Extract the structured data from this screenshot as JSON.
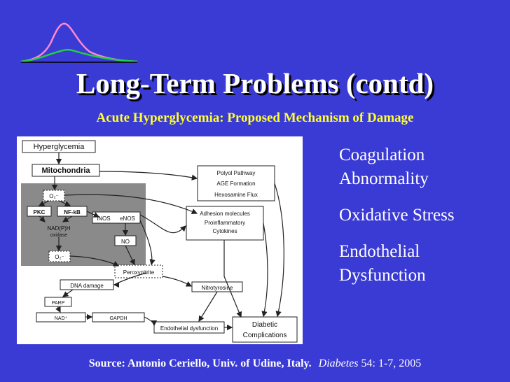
{
  "title": "Long-Term Problems (contd)",
  "subtitle": "Acute Hyperglycemia: Proposed Mechanism of Damage",
  "colors": {
    "background": "#3a3ad4",
    "subtitle": "#ffff33",
    "curve_high": "#ff88cc",
    "curve_low": "#22cc44"
  },
  "diagram": {
    "nodes": {
      "hyperglycemia": "Hyperglycemia",
      "mitochondria": "Mitochondria",
      "o2_top": "O₂⁻",
      "pkc": "PKC",
      "nfkb": "NF-kB",
      "nadph_1": "NAD(P)H",
      "nadph_2": "oxidase",
      "inos": "iNOS",
      "enos": "eNOS",
      "no": "NO",
      "o2_bottom": "O₂⁻",
      "polyol": "Polyol Pathway",
      "age": "AGE Formation",
      "hexosamine": "Hexosamine Flux",
      "adhesion": "Adhesion molecules",
      "proinflammatory": "Proinflammatory",
      "cytokines": "Cytokines",
      "peroxynitrite": "Peroxynitrite",
      "dna_damage": "DNA damage",
      "nitrotyrosine": "Nitrotyrosine",
      "parp": "PARP",
      "nad": "NAD⁺",
      "gapdh": "GAPDH",
      "endothelial_dysfunction": "Endothelial dysfunction",
      "diabetic": "Diabetic",
      "complications": "Complications"
    }
  },
  "bullets": [
    {
      "line1": "Coagulation",
      "line2": "Abnormality"
    },
    {
      "line1": "Oxidative Stress",
      "line2": ""
    },
    {
      "line1": "Endothelial",
      "line2": "Dysfunction"
    }
  ],
  "source": {
    "text": "Source: Antonio Ceriello, Univ. of Udine, Italy.",
    "journal": "Diabetes",
    "citation": "54: 1-7, 2005"
  }
}
